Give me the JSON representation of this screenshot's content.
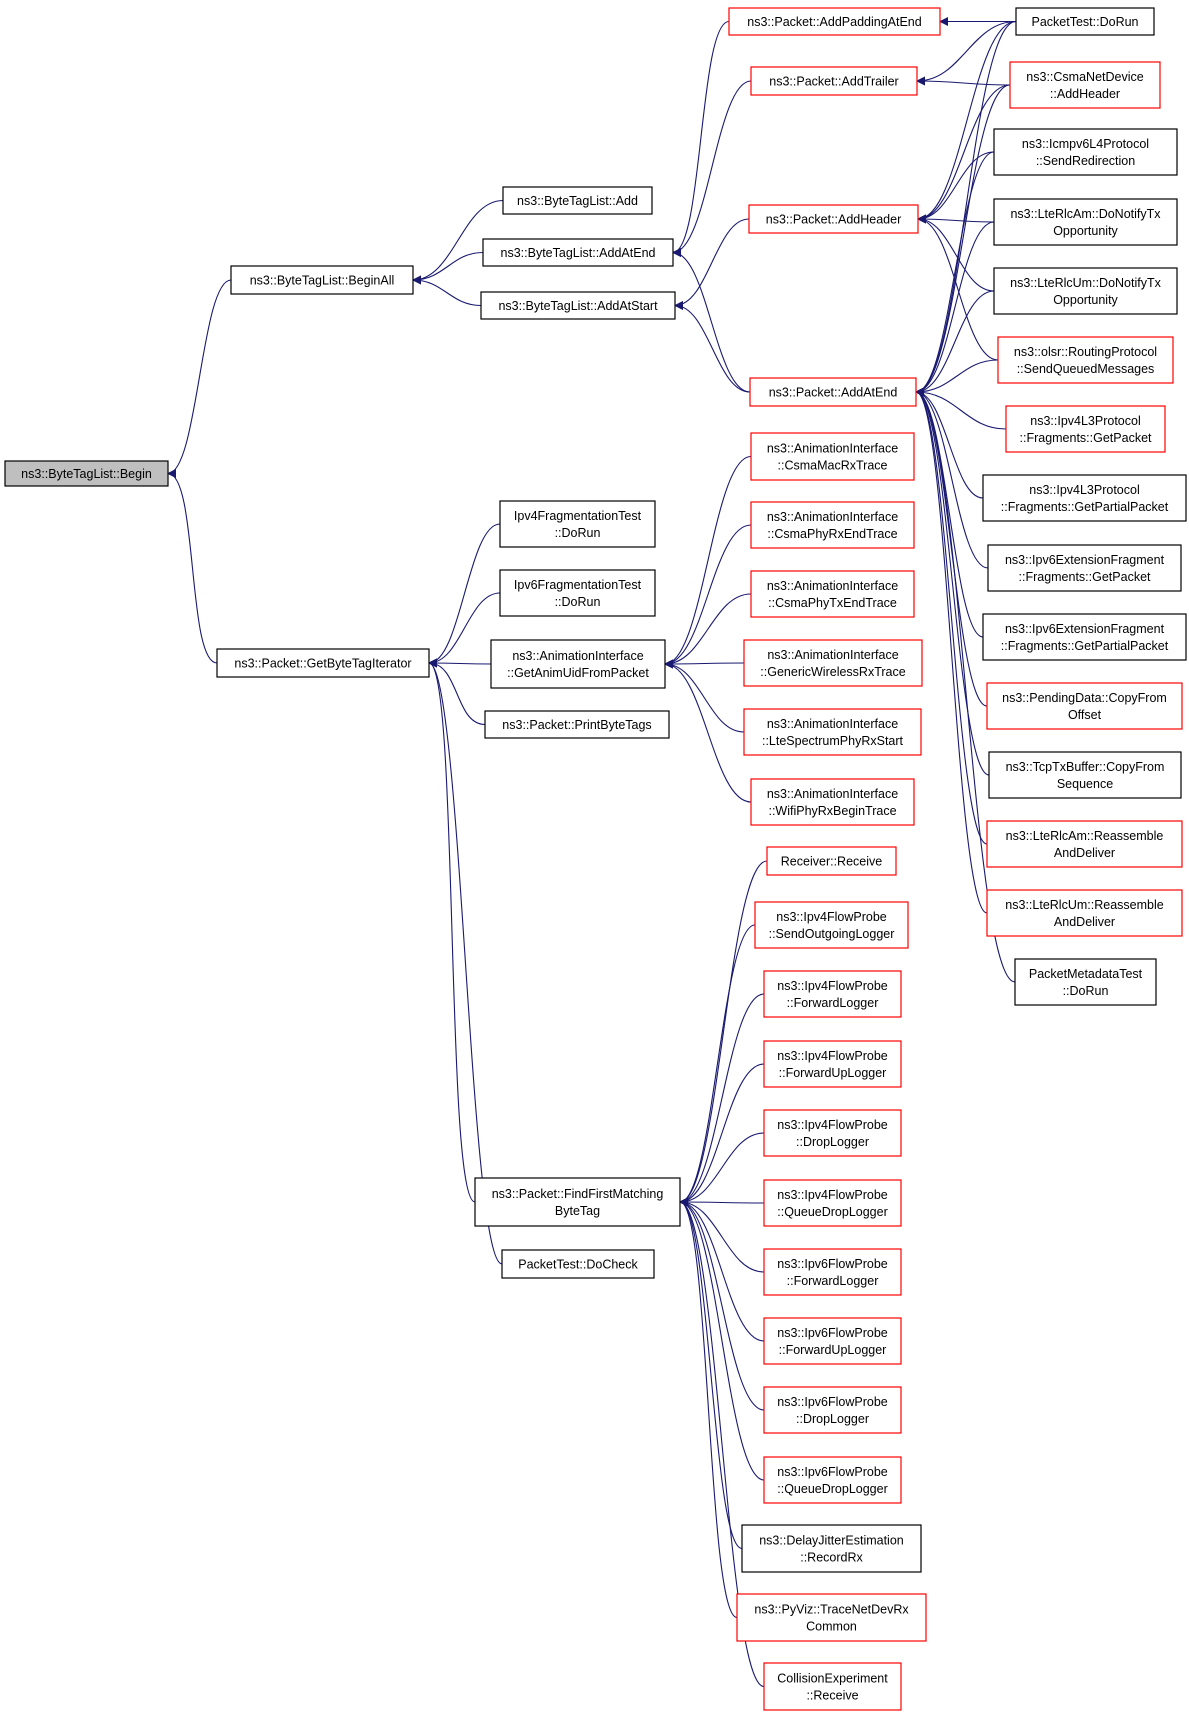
{
  "diagram": {
    "colors": {
      "edge": "#191970",
      "normal_border": "#000000",
      "truncated_border": "#ff0000",
      "root_fill": "#bfbfbf"
    },
    "nodes": [
      {
        "id": "root",
        "lines": [
          "ns3::ByteTagList::Begin"
        ],
        "style": "root"
      },
      {
        "id": "beginall",
        "lines": [
          "ns3::ByteTagList::BeginAll"
        ],
        "style": "black"
      },
      {
        "id": "getbytetagiter",
        "lines": [
          "ns3::Packet::GetByteTagIterator"
        ],
        "style": "black"
      },
      {
        "id": "btl_add",
        "lines": [
          "ns3::ByteTagList::Add"
        ],
        "style": "black"
      },
      {
        "id": "btl_addatend",
        "lines": [
          "ns3::ByteTagList::AddAtEnd"
        ],
        "style": "black"
      },
      {
        "id": "btl_addatstart",
        "lines": [
          "ns3::ByteTagList::AddAtStart"
        ],
        "style": "black"
      },
      {
        "id": "ipv4fragtest",
        "lines": [
          "Ipv4FragmentationTest",
          "::DoRun"
        ],
        "style": "black"
      },
      {
        "id": "ipv6fragtest",
        "lines": [
          "Ipv6FragmentationTest",
          "::DoRun"
        ],
        "style": "black"
      },
      {
        "id": "getanimuid",
        "lines": [
          "ns3::AnimationInterface",
          "::GetAnimUidFromPacket"
        ],
        "style": "black"
      },
      {
        "id": "printbytetags",
        "lines": [
          "ns3::Packet::PrintByteTags"
        ],
        "style": "black"
      },
      {
        "id": "findfirst",
        "lines": [
          "ns3::Packet::FindFirstMatching",
          "ByteTag"
        ],
        "style": "black"
      },
      {
        "id": "docheck",
        "lines": [
          "PacketTest::DoCheck"
        ],
        "style": "black"
      },
      {
        "id": "addpadding",
        "lines": [
          "ns3::Packet::AddPaddingAtEnd"
        ],
        "style": "red"
      },
      {
        "id": "addtrailer",
        "lines": [
          "ns3::Packet::AddTrailer"
        ],
        "style": "red"
      },
      {
        "id": "addheader",
        "lines": [
          "ns3::Packet::AddHeader"
        ],
        "style": "red"
      },
      {
        "id": "addatend",
        "lines": [
          "ns3::Packet::AddAtEnd"
        ],
        "style": "red"
      },
      {
        "id": "csmamacrx",
        "lines": [
          "ns3::AnimationInterface",
          "::CsmaMacRxTrace"
        ],
        "style": "red"
      },
      {
        "id": "csmaphyrxend",
        "lines": [
          "ns3::AnimationInterface",
          "::CsmaPhyRxEndTrace"
        ],
        "style": "red"
      },
      {
        "id": "csmaphytxend",
        "lines": [
          "ns3::AnimationInterface",
          "::CsmaPhyTxEndTrace"
        ],
        "style": "red"
      },
      {
        "id": "genericwireless",
        "lines": [
          "ns3::AnimationInterface",
          "::GenericWirelessRxTrace"
        ],
        "style": "red"
      },
      {
        "id": "ltespectrum",
        "lines": [
          "ns3::AnimationInterface",
          "::LteSpectrumPhyRxStart"
        ],
        "style": "red"
      },
      {
        "id": "wifiphyrx",
        "lines": [
          "ns3::AnimationInterface",
          "::WifiPhyRxBeginTrace"
        ],
        "style": "red"
      },
      {
        "id": "receiver",
        "lines": [
          "Receiver::Receive"
        ],
        "style": "red"
      },
      {
        "id": "ipv4_sendout",
        "lines": [
          "ns3::Ipv4FlowProbe",
          "::SendOutgoingLogger"
        ],
        "style": "red"
      },
      {
        "id": "ipv4_forward",
        "lines": [
          "ns3::Ipv4FlowProbe",
          "::ForwardLogger"
        ],
        "style": "red"
      },
      {
        "id": "ipv4_forwardup",
        "lines": [
          "ns3::Ipv4FlowProbe",
          "::ForwardUpLogger"
        ],
        "style": "red"
      },
      {
        "id": "ipv4_drop",
        "lines": [
          "ns3::Ipv4FlowProbe",
          "::DropLogger"
        ],
        "style": "red"
      },
      {
        "id": "ipv4_queuedrop",
        "lines": [
          "ns3::Ipv4FlowProbe",
          "::QueueDropLogger"
        ],
        "style": "red"
      },
      {
        "id": "ipv6_forward",
        "lines": [
          "ns3::Ipv6FlowProbe",
          "::ForwardLogger"
        ],
        "style": "red"
      },
      {
        "id": "ipv6_forwardup",
        "lines": [
          "ns3::Ipv6FlowProbe",
          "::ForwardUpLogger"
        ],
        "style": "red"
      },
      {
        "id": "ipv6_drop",
        "lines": [
          "ns3::Ipv6FlowProbe",
          "::DropLogger"
        ],
        "style": "red"
      },
      {
        "id": "ipv6_queuedrop",
        "lines": [
          "ns3::Ipv6FlowProbe",
          "::QueueDropLogger"
        ],
        "style": "red"
      },
      {
        "id": "delayjitter",
        "lines": [
          "ns3::DelayJitterEstimation",
          "::RecordRx"
        ],
        "style": "black"
      },
      {
        "id": "pyviz",
        "lines": [
          "ns3::PyViz::TraceNetDevRx",
          "Common"
        ],
        "style": "red"
      },
      {
        "id": "collision",
        "lines": [
          "CollisionExperiment",
          "::Receive"
        ],
        "style": "red"
      },
      {
        "id": "packettest_dorun",
        "lines": [
          "PacketTest::DoRun"
        ],
        "style": "black"
      },
      {
        "id": "csmanetdev",
        "lines": [
          "ns3::CsmaNetDevice",
          "::AddHeader"
        ],
        "style": "red"
      },
      {
        "id": "icmpv6",
        "lines": [
          "ns3::Icmpv6L4Protocol",
          "::SendRedirection"
        ],
        "style": "black"
      },
      {
        "id": "lterlcam_notify",
        "lines": [
          "ns3::LteRlcAm::DoNotifyTx",
          "Opportunity"
        ],
        "style": "black"
      },
      {
        "id": "lterlcum_notify",
        "lines": [
          "ns3::LteRlcUm::DoNotifyTx",
          "Opportunity"
        ],
        "style": "black"
      },
      {
        "id": "olsr",
        "lines": [
          "ns3::olsr::RoutingProtocol",
          "::SendQueuedMessages"
        ],
        "style": "red"
      },
      {
        "id": "ipv4l3_getpacket",
        "lines": [
          "ns3::Ipv4L3Protocol",
          "::Fragments::GetPacket"
        ],
        "style": "red"
      },
      {
        "id": "ipv4l3_getpartial",
        "lines": [
          "ns3::Ipv4L3Protocol",
          "::Fragments::GetPartialPacket"
        ],
        "style": "black"
      },
      {
        "id": "ipv6ext_getpacket",
        "lines": [
          "ns3::Ipv6ExtensionFragment",
          "::Fragments::GetPacket"
        ],
        "style": "black"
      },
      {
        "id": "ipv6ext_getpartial",
        "lines": [
          "ns3::Ipv6ExtensionFragment",
          "::Fragments::GetPartialPacket"
        ],
        "style": "black"
      },
      {
        "id": "pendingdata",
        "lines": [
          "ns3::PendingData::CopyFrom",
          "Offset"
        ],
        "style": "red"
      },
      {
        "id": "tcptxbuffer",
        "lines": [
          "ns3::TcpTxBuffer::CopyFrom",
          "Sequence"
        ],
        "style": "black"
      },
      {
        "id": "lterlcam_reassemble",
        "lines": [
          "ns3::LteRlcAm::Reassemble",
          "AndDeliver"
        ],
        "style": "red"
      },
      {
        "id": "lterlcum_reassemble",
        "lines": [
          "ns3::LteRlcUm::Reassemble",
          "AndDeliver"
        ],
        "style": "red"
      },
      {
        "id": "packetmetadata",
        "lines": [
          "PacketMetadataTest",
          "::DoRun"
        ],
        "style": "black"
      }
    ],
    "edges": [
      [
        "beginall",
        "root"
      ],
      [
        "getbytetagiter",
        "root"
      ],
      [
        "btl_add",
        "beginall"
      ],
      [
        "btl_addatend",
        "beginall"
      ],
      [
        "btl_addatstart",
        "beginall"
      ],
      [
        "ipv4fragtest",
        "getbytetagiter"
      ],
      [
        "ipv6fragtest",
        "getbytetagiter"
      ],
      [
        "getanimuid",
        "getbytetagiter"
      ],
      [
        "printbytetags",
        "getbytetagiter"
      ],
      [
        "findfirst",
        "getbytetagiter"
      ],
      [
        "docheck",
        "getbytetagiter"
      ],
      [
        "addpadding",
        "btl_addatend"
      ],
      [
        "addtrailer",
        "btl_addatend"
      ],
      [
        "addatend",
        "btl_addatend"
      ],
      [
        "addheader",
        "btl_addatstart"
      ],
      [
        "addatend",
        "btl_addatstart"
      ],
      [
        "packettest_dorun",
        "addpadding"
      ],
      [
        "packettest_dorun",
        "addtrailer"
      ],
      [
        "csmanetdev",
        "addtrailer"
      ],
      [
        "packettest_dorun",
        "addheader"
      ],
      [
        "csmanetdev",
        "addheader"
      ],
      [
        "icmpv6",
        "addheader"
      ],
      [
        "lterlcam_notify",
        "addheader"
      ],
      [
        "lterlcum_notify",
        "addheader"
      ],
      [
        "olsr",
        "addheader"
      ],
      [
        "packettest_dorun",
        "addatend"
      ],
      [
        "csmanetdev",
        "addatend"
      ],
      [
        "icmpv6",
        "addatend"
      ],
      [
        "lterlcam_notify",
        "addatend"
      ],
      [
        "lterlcum_notify",
        "addatend"
      ],
      [
        "olsr",
        "addatend"
      ],
      [
        "ipv4l3_getpacket",
        "addatend"
      ],
      [
        "ipv4l3_getpartial",
        "addatend"
      ],
      [
        "ipv6ext_getpacket",
        "addatend"
      ],
      [
        "ipv6ext_getpartial",
        "addatend"
      ],
      [
        "pendingdata",
        "addatend"
      ],
      [
        "tcptxbuffer",
        "addatend"
      ],
      [
        "lterlcam_reassemble",
        "addatend"
      ],
      [
        "lterlcum_reassemble",
        "addatend"
      ],
      [
        "packetmetadata",
        "addatend"
      ],
      [
        "csmamacrx",
        "getanimuid"
      ],
      [
        "csmaphyrxend",
        "getanimuid"
      ],
      [
        "csmaphytxend",
        "getanimuid"
      ],
      [
        "genericwireless",
        "getanimuid"
      ],
      [
        "ltespectrum",
        "getanimuid"
      ],
      [
        "wifiphyrx",
        "getanimuid"
      ],
      [
        "receiver",
        "findfirst"
      ],
      [
        "ipv4_sendout",
        "findfirst"
      ],
      [
        "ipv4_forward",
        "findfirst"
      ],
      [
        "ipv4_forwardup",
        "findfirst"
      ],
      [
        "ipv4_drop",
        "findfirst"
      ],
      [
        "ipv4_queuedrop",
        "findfirst"
      ],
      [
        "ipv6_forward",
        "findfirst"
      ],
      [
        "ipv6_forwardup",
        "findfirst"
      ],
      [
        "ipv6_drop",
        "findfirst"
      ],
      [
        "ipv6_queuedrop",
        "findfirst"
      ],
      [
        "delayjitter",
        "findfirst"
      ],
      [
        "pyviz",
        "findfirst"
      ],
      [
        "collision",
        "findfirst"
      ]
    ]
  }
}
